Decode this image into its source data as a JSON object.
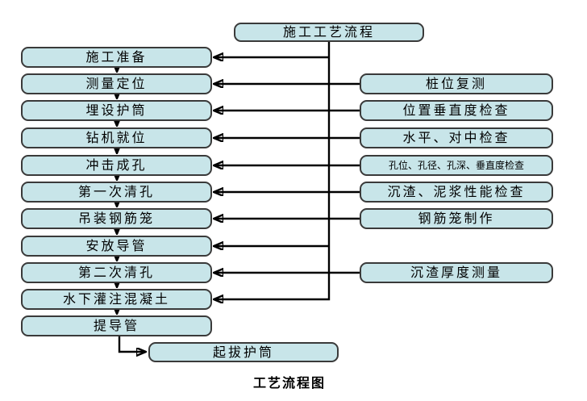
{
  "title": "施工工艺流程",
  "caption": "工艺流程图",
  "main_flow": [
    {
      "label": "施工准备"
    },
    {
      "label": "测量定位"
    },
    {
      "label": "埋设护筒"
    },
    {
      "label": "钻机就位"
    },
    {
      "label": "冲击成孔"
    },
    {
      "label": "第一次清孔"
    },
    {
      "label": "吊装钢筋笼"
    },
    {
      "label": "安放导管"
    },
    {
      "label": "第二次清孔"
    },
    {
      "label": "水下灌注混凝土"
    },
    {
      "label": "提导管"
    },
    {
      "label": "起拔护筒"
    }
  ],
  "side_checks": [
    {
      "label": "桩位复测",
      "connects_to": "测量定位"
    },
    {
      "label": "位置垂直度检查",
      "connects_to": "埋设护筒"
    },
    {
      "label": "水平、对中检查",
      "connects_to": "钻机就位"
    },
    {
      "label": "孔位、孔径、孔深、垂直度检查",
      "connects_to": "冲击成孔"
    },
    {
      "label": "沉渣、泥浆性能检查",
      "connects_to": "第一次清孔"
    },
    {
      "label": "钢筋笼制作",
      "connects_to": "吊装钢筋笼"
    },
    {
      "label": "沉渣厚度测量",
      "connects_to": "第二次清孔"
    }
  ],
  "colors": {
    "box_fill": "#c8e5e9",
    "box_border": "#3a3a3a",
    "line": "#000000",
    "text": "#000000",
    "background": "#ffffff"
  }
}
